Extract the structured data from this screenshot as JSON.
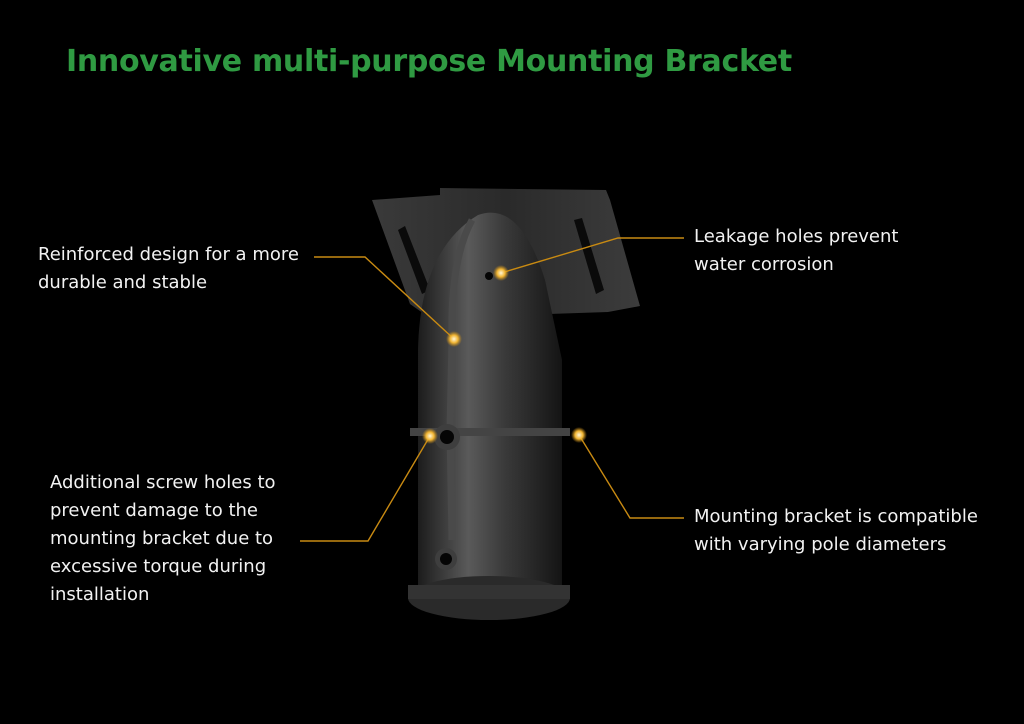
{
  "title": "Innovative multi-purpose Mounting Bracket",
  "colors": {
    "title": "#2f9a42",
    "leader": "#c88a12",
    "background": "#000000"
  },
  "callouts": [
    {
      "id": "reinforced",
      "lines": [
        "Reinforced design for a more",
        "durable and stable"
      ]
    },
    {
      "id": "leakage",
      "lines": [
        "Leakage holes prevent",
        "water corrosion"
      ]
    },
    {
      "id": "screw-holes",
      "lines": [
        "Additional screw holes to",
        "prevent damage to the",
        "mounting bracket due to",
        "excessive torque during",
        "installation"
      ]
    },
    {
      "id": "pole",
      "lines": [
        "Mounting bracket is compatible",
        "with varying pole diameters"
      ]
    }
  ]
}
